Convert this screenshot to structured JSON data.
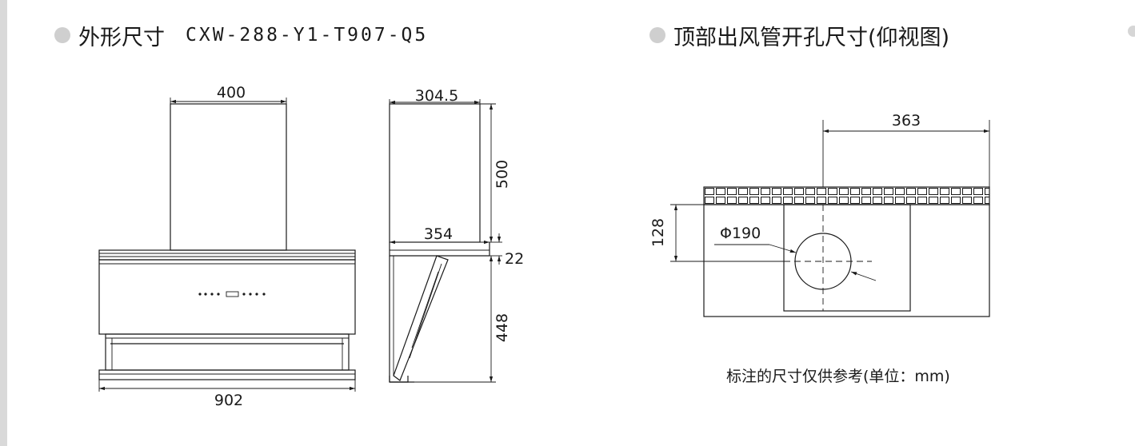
{
  "headings": {
    "left_title": "外形尺寸",
    "left_model": "CXW-288-Y1-T907-Q5",
    "right_title": "顶部出风管开孔尺寸(仰视图)"
  },
  "front_view": {
    "width_top": "400",
    "width_bottom": "902"
  },
  "side_view": {
    "depth_top": "304.5",
    "depth_mid": "354",
    "height_chimney": "500",
    "height_panel": "22",
    "height_body": "448"
  },
  "bottom_view": {
    "offset": "363",
    "depth": "128",
    "hole_diameter": "Φ190"
  },
  "note": "标注的尺寸仅供参考(单位：mm)",
  "colors": {
    "line": "#1a1a1a",
    "bullet": "#cfcfcf",
    "left_rule": "#d9d9d9"
  }
}
